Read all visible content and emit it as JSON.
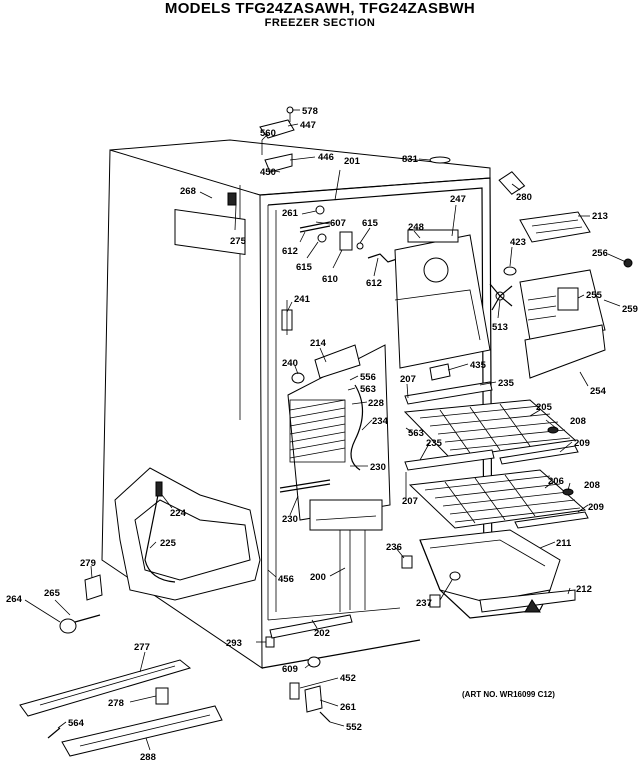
{
  "header": {
    "title": "MODELS TFG24ZASAWH, TFG24ZASBWH",
    "subtitle": "FREEZER SECTION"
  },
  "footer": {
    "art_no": "(ART NO. WR16099 C12)"
  },
  "callouts": [
    {
      "id": "c578",
      "text": "578"
    },
    {
      "id": "c447",
      "text": "447"
    },
    {
      "id": "c560",
      "text": "560"
    },
    {
      "id": "c446",
      "text": "446"
    },
    {
      "id": "c450",
      "text": "450"
    },
    {
      "id": "c201",
      "text": "201"
    },
    {
      "id": "c831",
      "text": "831"
    },
    {
      "id": "c268",
      "text": "268"
    },
    {
      "id": "c261a",
      "text": "261"
    },
    {
      "id": "c607",
      "text": "607"
    },
    {
      "id": "c615a",
      "text": "615"
    },
    {
      "id": "c612a",
      "text": "612"
    },
    {
      "id": "c615b",
      "text": "615"
    },
    {
      "id": "c610",
      "text": "610"
    },
    {
      "id": "c612b",
      "text": "612"
    },
    {
      "id": "c248",
      "text": "248"
    },
    {
      "id": "c247",
      "text": "247"
    },
    {
      "id": "c280",
      "text": "280"
    },
    {
      "id": "c213",
      "text": "213"
    },
    {
      "id": "c275",
      "text": "275"
    },
    {
      "id": "c423",
      "text": "423"
    },
    {
      "id": "c256",
      "text": "256"
    },
    {
      "id": "c255",
      "text": "255"
    },
    {
      "id": "c259",
      "text": "259"
    },
    {
      "id": "c241",
      "text": "241"
    },
    {
      "id": "c513",
      "text": "513"
    },
    {
      "id": "c214",
      "text": "214"
    },
    {
      "id": "c240",
      "text": "240"
    },
    {
      "id": "c556",
      "text": "556"
    },
    {
      "id": "c563a",
      "text": "563"
    },
    {
      "id": "c207a",
      "text": "207"
    },
    {
      "id": "c435",
      "text": "435"
    },
    {
      "id": "c254",
      "text": "254"
    },
    {
      "id": "c235a",
      "text": "235"
    },
    {
      "id": "c228",
      "text": "228"
    },
    {
      "id": "c234",
      "text": "234"
    },
    {
      "id": "c205",
      "text": "205"
    },
    {
      "id": "c563b",
      "text": "563"
    },
    {
      "id": "c208a",
      "text": "208"
    },
    {
      "id": "c235b",
      "text": "235"
    },
    {
      "id": "c209a",
      "text": "209"
    },
    {
      "id": "c230a",
      "text": "230"
    },
    {
      "id": "c206",
      "text": "206"
    },
    {
      "id": "c208b",
      "text": "208"
    },
    {
      "id": "c207b",
      "text": "207"
    },
    {
      "id": "c209b",
      "text": "209"
    },
    {
      "id": "c224",
      "text": "224"
    },
    {
      "id": "c230b",
      "text": "230"
    },
    {
      "id": "c225",
      "text": "225"
    },
    {
      "id": "c211",
      "text": "211"
    },
    {
      "id": "c236",
      "text": "236"
    },
    {
      "id": "c279",
      "text": "279"
    },
    {
      "id": "c456",
      "text": "456"
    },
    {
      "id": "c200",
      "text": "200"
    },
    {
      "id": "c212",
      "text": "212"
    },
    {
      "id": "c264",
      "text": "264"
    },
    {
      "id": "c265",
      "text": "265"
    },
    {
      "id": "c237",
      "text": "237"
    },
    {
      "id": "c293",
      "text": "293"
    },
    {
      "id": "c202",
      "text": "202"
    },
    {
      "id": "c277",
      "text": "277"
    },
    {
      "id": "c609",
      "text": "609"
    },
    {
      "id": "c452",
      "text": "452"
    },
    {
      "id": "c278",
      "text": "278"
    },
    {
      "id": "c261b",
      "text": "261"
    },
    {
      "id": "c564",
      "text": "564"
    },
    {
      "id": "c552",
      "text": "552"
    },
    {
      "id": "c288",
      "text": "288"
    }
  ]
}
